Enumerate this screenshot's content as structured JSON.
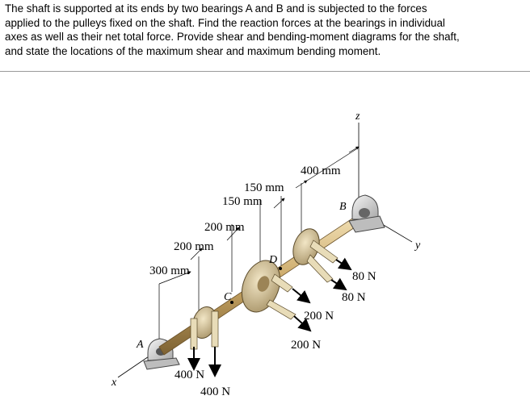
{
  "problem": {
    "lines": [
      "The shaft is supported at its ends by two bearings A and B and is subjected to the forces",
      "applied to the pulleys fixed on the shaft.  Find the reaction forces at the bearings in individual",
      "axes as well as their net total force.  Provide shear and bending-moment diagrams for the shaft,",
      "and state the locations of the maximum shear and maximum bending moment."
    ]
  },
  "diagram": {
    "axes": {
      "x": "x",
      "y": "y",
      "z": "z"
    },
    "points": {
      "A": "A",
      "B": "B",
      "C": "C",
      "D": "D"
    },
    "dimensions": {
      "d300": "300 mm",
      "d200a": "200 mm",
      "d200b": "200 mm",
      "d150a": "150 mm",
      "d150b": "150 mm",
      "d400": "400 mm"
    },
    "forces": {
      "c_left": "400 N",
      "c_right": "400 N",
      "d_upper": "200 N",
      "d_lower": "200 N",
      "b_upper": "80 N",
      "b_lower": "80 N"
    },
    "colors": {
      "shaft": "#c8a868",
      "pulley": "#d6c49a",
      "bearing": "#d9d9d9"
    }
  }
}
